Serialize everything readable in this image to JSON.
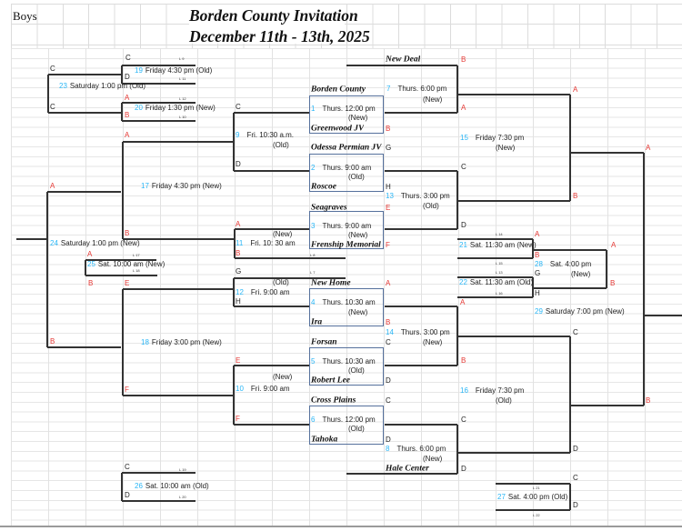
{
  "header": {
    "category": "Boys",
    "title": "Borden County Invitation",
    "dates": "December 11th - 13th, 2025"
  },
  "colors": {
    "game_number": "#29b6f6",
    "slot_red": "#e53935",
    "slot_black": "#222222",
    "box_border": "#55709c",
    "bracket_line": "#333333"
  },
  "teams": {
    "borden_county": "Borden County",
    "greenwood_jv": "Greenwood JV",
    "odessa_permian_jv": "Odessa Permian JV",
    "roscoe": "Roscoe",
    "seagraves": "Seagraves",
    "frenship_memorial": "Frenship Memorial",
    "new_home": "New Home",
    "ira": "Ira",
    "forsan": "Forsan",
    "robert_lee": "Robert Lee",
    "cross_plains": "Cross Plains",
    "tahoka": "Tahoka",
    "new_deal": "New Deal",
    "hale_center": "Hale Center"
  },
  "games": {
    "g1": {
      "num": "1",
      "time": "Thurs. 12:00 pm",
      "gym": "(New)"
    },
    "g2": {
      "num": "2",
      "time": "Thurs. 9:00 am",
      "gym": "(Old)"
    },
    "g3": {
      "num": "3",
      "time": "Thurs. 9:00 am",
      "gym": "(New)"
    },
    "g4": {
      "num": "4",
      "time": "Thurs. 10:30 am",
      "gym": "(New)"
    },
    "g5": {
      "num": "5",
      "time": "Thurs. 10:30 am",
      "gym": "(Old)"
    },
    "g6": {
      "num": "6",
      "time": "Thurs. 12:00 pm",
      "gym": "(Old)"
    },
    "g7": {
      "num": "7",
      "time": "Thurs. 6:00 pm",
      "gym": "(New)"
    },
    "g8": {
      "num": "8",
      "time": "Thurs. 6:00 pm",
      "gym": "(New)"
    },
    "g9": {
      "num": "9",
      "time": "Fri. 10:30 a.m.",
      "gym": "(Old)"
    },
    "g10": {
      "num": "10",
      "time": "Fri. 9:00 am",
      "gym": "(New)"
    },
    "g11": {
      "num": "11",
      "time": "Fri. 10: 30 am",
      "gym": "(New)"
    },
    "g12": {
      "num": "12",
      "time": "Fri. 9:00 am",
      "gym": "(Old)"
    },
    "g13": {
      "num": "13",
      "time": "Thurs. 3:00 pm",
      "gym": "(Old)"
    },
    "g14": {
      "num": "14",
      "time": "Thurs. 3:00 pm",
      "gym": "(New)"
    },
    "g15": {
      "num": "15",
      "time": "Friday 7:30 pm",
      "gym": "(New)"
    },
    "g16": {
      "num": "16",
      "time": "Friday 7:30 pm",
      "gym": "(Old)"
    },
    "g17": {
      "num": "17",
      "time": "Friday 4:30 pm (New)"
    },
    "g18": {
      "num": "18",
      "time": "Friday 3:00 pm (New)"
    },
    "g19": {
      "num": "19",
      "time": "Friday 4:30 pm (Old)"
    },
    "g20": {
      "num": "20",
      "time": "Friday 1:30 pm (New)"
    },
    "g21": {
      "num": "21",
      "time": "Sat. 11:30 am (New)"
    },
    "g22": {
      "num": "22",
      "time": "Sat. 11:30 am (Old)"
    },
    "g23": {
      "num": "23",
      "time": "Saturday 1:00 pm (Old)"
    },
    "g24": {
      "num": "24",
      "time": "Saturday 1:00 pm (New)"
    },
    "g25": {
      "num": "25",
      "time": "Sat. 10:00 am (New)"
    },
    "g26": {
      "num": "26",
      "time": "Sat. 10:00 am (Old)"
    },
    "g27": {
      "num": "27",
      "time": "Sat. 4:00 pm (Old)"
    },
    "g28": {
      "num": "28",
      "time": "Sat. 4:00 pm",
      "gym": "(New)"
    },
    "g29": {
      "num": "29",
      "time": "Saturday 7:00 pm (New)"
    }
  },
  "slots": [
    {
      "t": "C",
      "c": "black"
    },
    {
      "t": "D",
      "c": "black"
    },
    {
      "t": "C",
      "c": "black"
    },
    {
      "t": "C",
      "c": "black"
    },
    {
      "t": "A",
      "c": "red"
    },
    {
      "t": "B",
      "c": "red"
    },
    {
      "t": "A",
      "c": "red"
    },
    {
      "t": "B",
      "c": "red"
    },
    {
      "t": "C",
      "c": "black"
    },
    {
      "t": "D",
      "c": "black"
    },
    {
      "t": "A",
      "c": "red"
    },
    {
      "t": "A",
      "c": "red"
    },
    {
      "t": "B",
      "c": "red"
    },
    {
      "t": "A",
      "c": "red"
    },
    {
      "t": "B",
      "c": "red"
    },
    {
      "t": "E",
      "c": "red"
    },
    {
      "t": "F",
      "c": "red"
    },
    {
      "t": "B",
      "c": "red"
    },
    {
      "t": "G",
      "c": "black"
    },
    {
      "t": "H",
      "c": "black"
    },
    {
      "t": "E",
      "c": "red"
    },
    {
      "t": "F",
      "c": "red"
    },
    {
      "t": "C",
      "c": "black"
    },
    {
      "t": "D",
      "c": "black"
    },
    {
      "t": "B",
      "c": "red"
    },
    {
      "t": "G",
      "c": "black"
    },
    {
      "t": "H",
      "c": "black"
    },
    {
      "t": "E",
      "c": "red"
    },
    {
      "t": "F",
      "c": "red"
    },
    {
      "t": "A",
      "c": "red"
    },
    {
      "t": "B",
      "c": "red"
    },
    {
      "t": "C",
      "c": "black"
    },
    {
      "t": "D",
      "c": "black"
    },
    {
      "t": "C",
      "c": "black"
    },
    {
      "t": "D",
      "c": "black"
    },
    {
      "t": "B",
      "c": "red"
    },
    {
      "t": "A",
      "c": "red"
    },
    {
      "t": "C",
      "c": "black"
    },
    {
      "t": "D",
      "c": "black"
    },
    {
      "t": "A",
      "c": "red"
    },
    {
      "t": "B",
      "c": "red"
    },
    {
      "t": "A",
      "c": "red"
    },
    {
      "t": "B",
      "c": "red"
    },
    {
      "t": "A",
      "c": "red"
    },
    {
      "t": "B",
      "c": "red"
    },
    {
      "t": "A",
      "c": "red"
    },
    {
      "t": "G",
      "c": "black"
    },
    {
      "t": "H",
      "c": "black"
    },
    {
      "t": "B",
      "c": "red"
    },
    {
      "t": "A",
      "c": "red"
    },
    {
      "t": "B",
      "c": "red"
    },
    {
      "t": "C",
      "c": "black"
    },
    {
      "t": "D",
      "c": "black"
    },
    {
      "t": "C",
      "c": "black"
    },
    {
      "t": "D",
      "c": "black"
    },
    {
      "t": "C",
      "c": "black"
    },
    {
      "t": "D",
      "c": "black"
    }
  ],
  "loser_labels": [
    "L 9",
    "L 11",
    "L 12",
    "L 10",
    "L 17",
    "L 18",
    "L 8",
    "L 7",
    "L 19",
    "L 20",
    "L 14",
    "L 15",
    "L 13",
    "L 16",
    "L 21",
    "L 22"
  ]
}
